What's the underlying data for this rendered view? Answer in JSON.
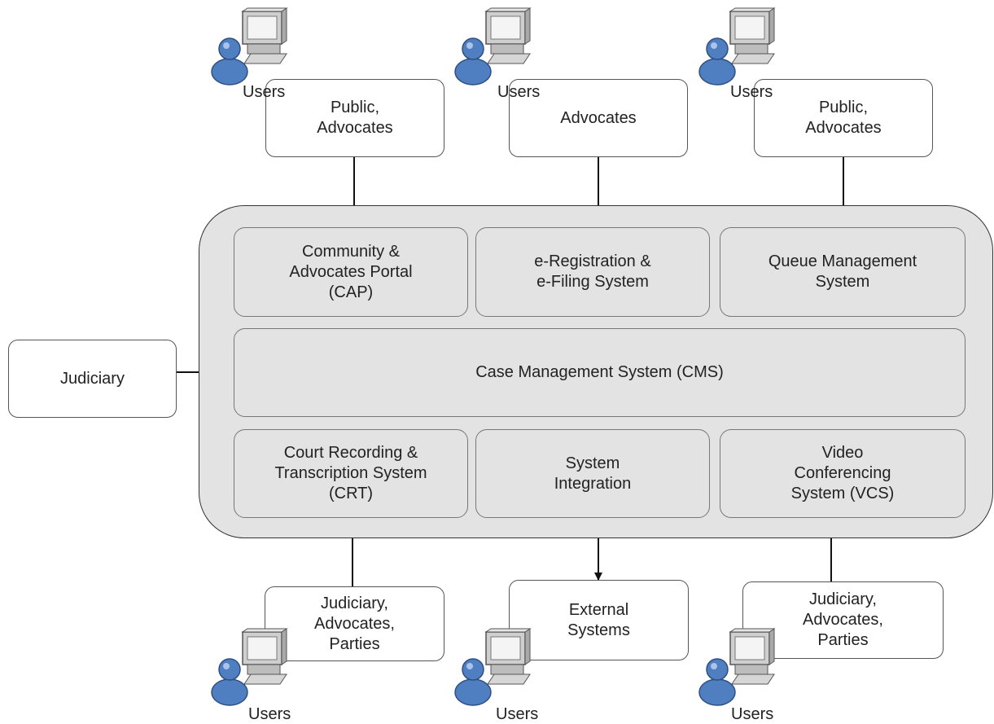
{
  "top_groups": [
    {
      "user_label": "Users",
      "audience": "Public,\nAdvocates"
    },
    {
      "user_label": "Users",
      "audience": "Advocates"
    },
    {
      "user_label": "Users",
      "audience": "Public,\nAdvocates"
    }
  ],
  "bottom_groups": [
    {
      "user_label": "Users",
      "audience": "Judiciary,\nAdvocates,\nParties"
    },
    {
      "user_label": "Users",
      "audience": "External\nSystems"
    },
    {
      "user_label": "Users",
      "audience": "Judiciary,\nAdvocates,\nParties"
    }
  ],
  "judiciary": "Judiciary",
  "modules": {
    "cap": "Community &\nAdvocates Portal\n(CAP)",
    "efiling": "e-Registration &\ne-Filing System",
    "queue": "Queue Management\nSystem",
    "cms": "Case Management System (CMS)",
    "crt": "Court Recording &\nTranscription System\n(CRT)",
    "integration": "System\nIntegration",
    "vcs": "Video\nConferencing\nSystem (VCS)"
  },
  "colors": {
    "container_fill": "#e3e3e3",
    "user_blue": "#4f7fc0",
    "monitor_grey": "#cfcfcf"
  },
  "icons": [
    "user-computer-icon"
  ]
}
